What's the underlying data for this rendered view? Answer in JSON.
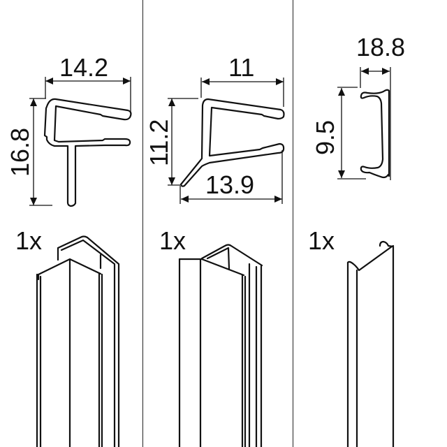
{
  "diagram": {
    "type": "profile-seal-parts-sheet",
    "background": "#ffffff",
    "line_color": "#111111",
    "panels": [
      {
        "id": "panel-1",
        "profile": "F-shaped seal with stem",
        "dimensions": {
          "width": "14.2",
          "height": "16.8"
        },
        "quantity": "1x"
      },
      {
        "id": "panel-2",
        "profile": "U-shaped seal with angled fin",
        "dimensions": {
          "top_width": "11",
          "height": "11.2",
          "bottom_width": "13.9"
        },
        "quantity": "1x"
      },
      {
        "id": "panel-3",
        "profile": "C-shaped cap profile",
        "dimensions": {
          "depth": "18.8",
          "height": "9.5"
        },
        "quantity": "1x"
      }
    ]
  }
}
